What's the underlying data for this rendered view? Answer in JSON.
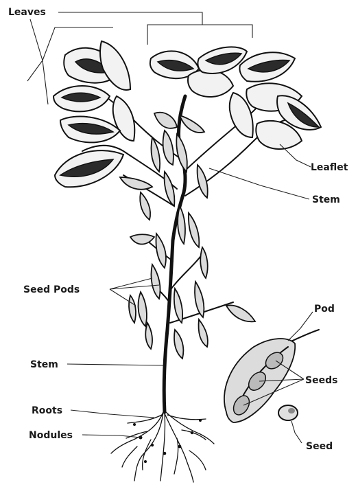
{
  "labels": {
    "leaves": "Leaves",
    "leaflet": "Leaflet",
    "stem_upper": "Stem",
    "seed_pods": "Seed Pods",
    "pod": "Pod",
    "stem_lower": "Stem",
    "seeds": "Seeds",
    "roots": "Roots",
    "nodules": "Nodules",
    "seed": "Seed"
  }
}
